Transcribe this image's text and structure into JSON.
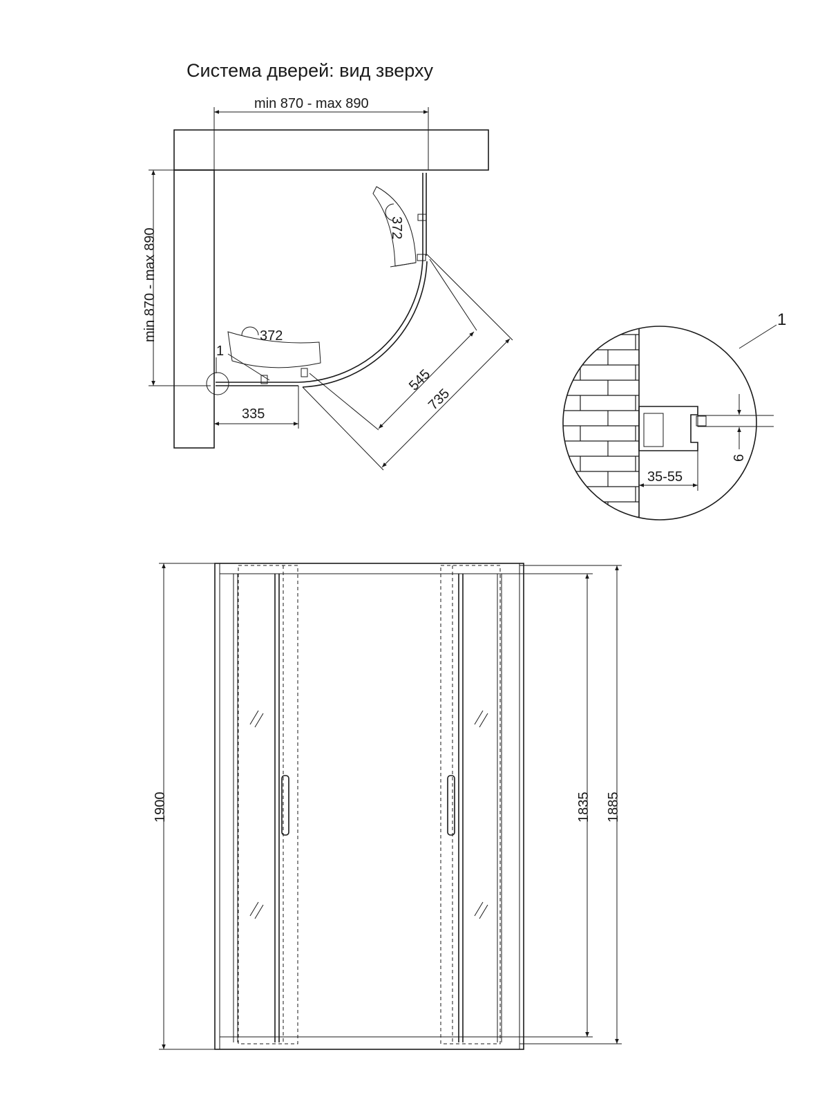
{
  "title": "Система дверей: вид зверху",
  "top_view": {
    "width_range": "min 870 - max 890",
    "depth_range": "min 870 - max 890",
    "door_left_rotation": "372",
    "door_right_rotation": "372",
    "fixed_panel": "335",
    "inner_diagonal": "545",
    "outer_diagonal": "735",
    "callout_marker": "1"
  },
  "detail": {
    "callout_number": "1",
    "profile_adjustment": "35-55",
    "glass_thickness": "6"
  },
  "front_view": {
    "total_height": "1900",
    "door_height": "1835",
    "panel_height": "1885"
  },
  "colors": {
    "line": "#1a1a1a",
    "background": "#ffffff"
  }
}
